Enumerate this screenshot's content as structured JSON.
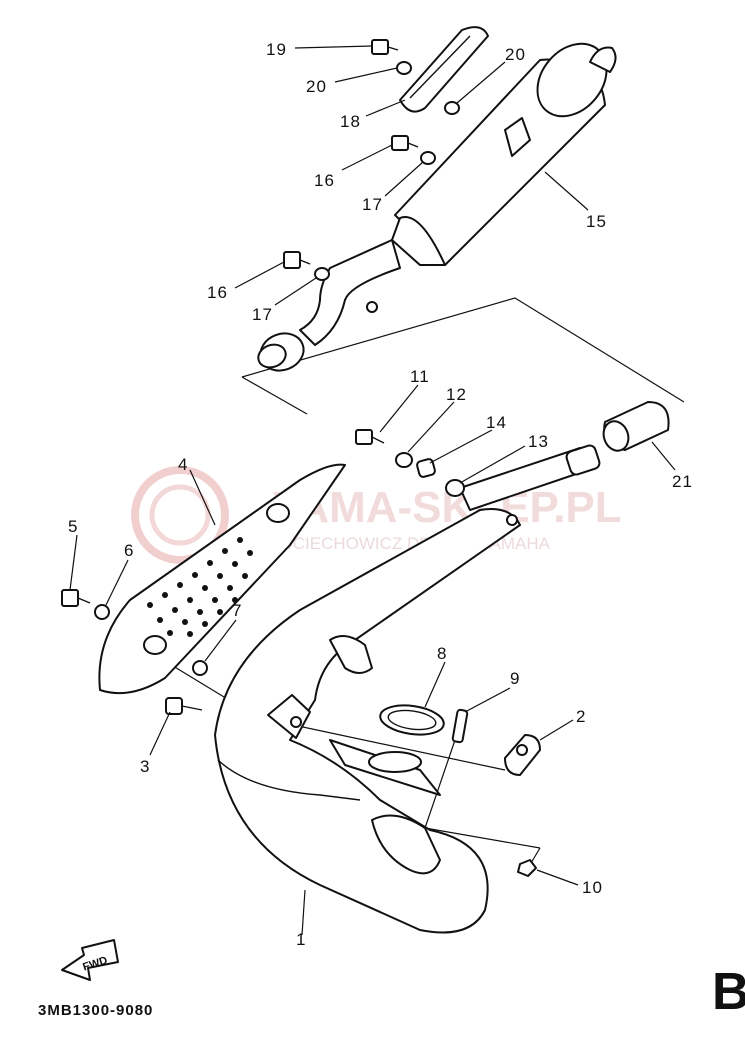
{
  "diagram": {
    "code": "3MB1300-9080",
    "page_letter": "B",
    "fwd_label": "FWD",
    "watermark": {
      "main": "YAMA-SKLEP.PL",
      "sub": "WOJCIECHOWICZ DEALER YAMAHA"
    },
    "callouts": [
      "1",
      "2",
      "3",
      "4",
      "5",
      "6",
      "7",
      "8",
      "9",
      "10",
      "11",
      "12",
      "13",
      "14",
      "15",
      "16",
      "16",
      "17",
      "17",
      "18",
      "19",
      "20",
      "20",
      "21"
    ]
  }
}
